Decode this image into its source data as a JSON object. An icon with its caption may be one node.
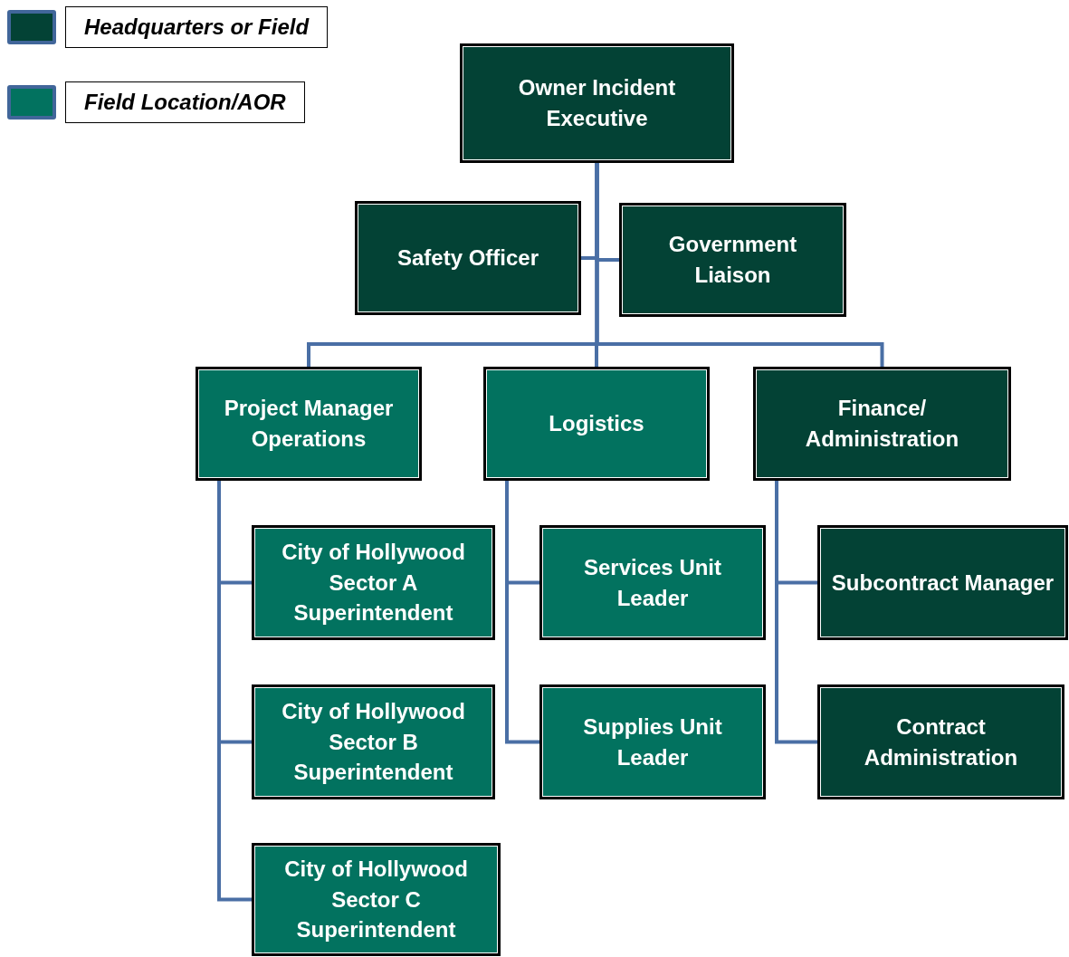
{
  "diagram": {
    "nodes": [
      {
        "text": [
          "Owner Incident Executive"
        ]
      },
      {
        "text": [
          "Safety Officer"
        ]
      },
      {
        "text": [
          "Government Liaison"
        ]
      },
      {
        "text": [
          "Project Manager Operations"
        ]
      },
      {
        "text": [
          "Logistics"
        ]
      },
      {
        "text": [
          "Finance/ Administration"
        ]
      },
      {
        "text": [
          "City of Hollywood Sector A Superintendent"
        ]
      },
      {
        "text": [
          "City of Hollywood Sector B Superintendent"
        ]
      },
      {
        "text": [
          "City of Hollywood Sector C Superintendent"
        ]
      },
      {
        "text": [
          "Services Unit Leader"
        ]
      },
      {
        "text": [
          "Supplies Unit Leader"
        ]
      },
      {
        "text": [
          "Subcontract Manager"
        ]
      },
      {
        "text": [
          "Contract Administration"
        ]
      }
    ],
    "edges": [
      {
        "from": 0,
        "to": 1,
        "arrow": "none"
      },
      {
        "from": 0,
        "to": 2,
        "arrow": "none"
      },
      {
        "from": 0,
        "to": 3,
        "arrow": "none"
      },
      {
        "from": 0,
        "to": 4,
        "arrow": "none"
      },
      {
        "from": 0,
        "to": 5,
        "arrow": "none"
      },
      {
        "from": 3,
        "to": 6,
        "arrow": "none"
      },
      {
        "from": 3,
        "to": 7,
        "arrow": "none"
      },
      {
        "from": 3,
        "to": 8,
        "arrow": "none"
      },
      {
        "from": 4,
        "to": 9,
        "arrow": "none"
      },
      {
        "from": 4,
        "to": 10,
        "arrow": "none"
      },
      {
        "from": 5,
        "to": 11,
        "arrow": "none"
      },
      {
        "from": 5,
        "to": 12,
        "arrow": "none"
      }
    ],
    "legend": [
      {
        "text": "Headquarters or Field",
        "color": "#034235"
      },
      {
        "text": "Field Location/AOR",
        "color": "#02725f"
      }
    ]
  }
}
